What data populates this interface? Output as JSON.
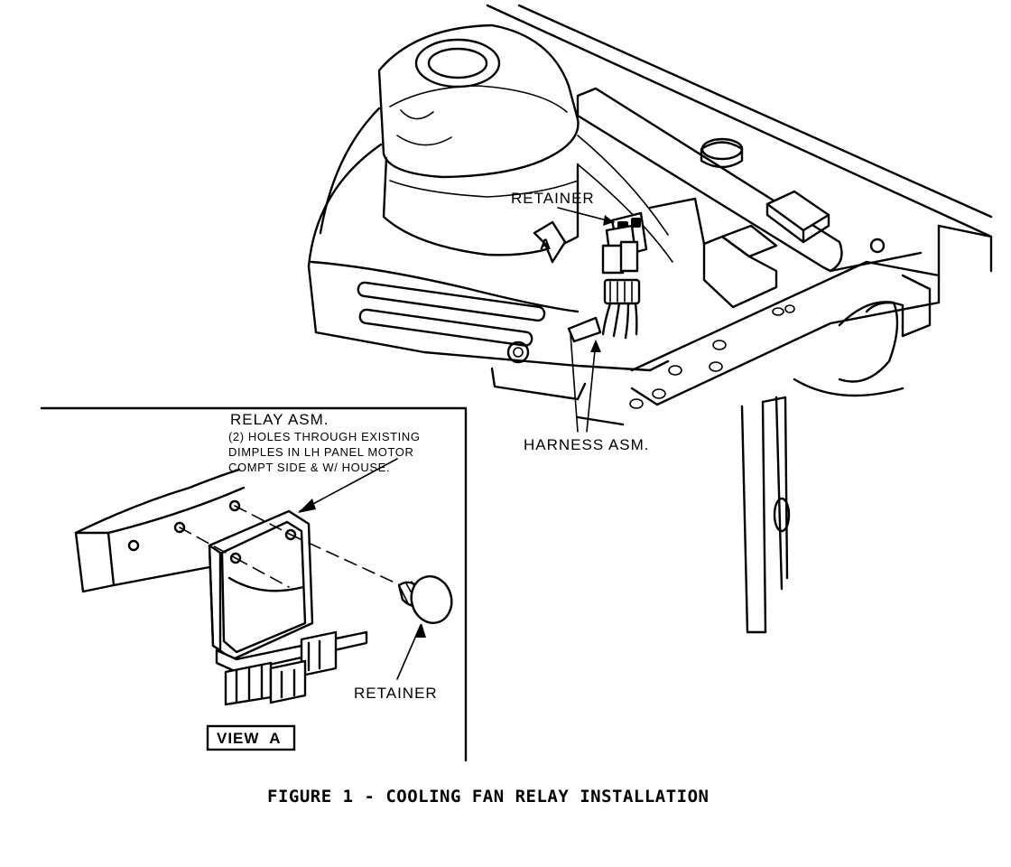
{
  "labels": {
    "retainer_top": "RETAINER",
    "harness": "HARNESS ASM.",
    "relay": "RELAY ASM.",
    "note_line1": "(2) HOLES THROUGH EXISTING",
    "note_line2": "DIMPLES IN LH PANEL MOTOR",
    "note_line3": "COMPT SIDE & W/ HOUSE.",
    "retainer_bottom": "RETAINER",
    "view_tag": "A",
    "view_box": "VIEW  A"
  },
  "caption": "FIGURE 1 - COOLING FAN RELAY INSTALLATION"
}
